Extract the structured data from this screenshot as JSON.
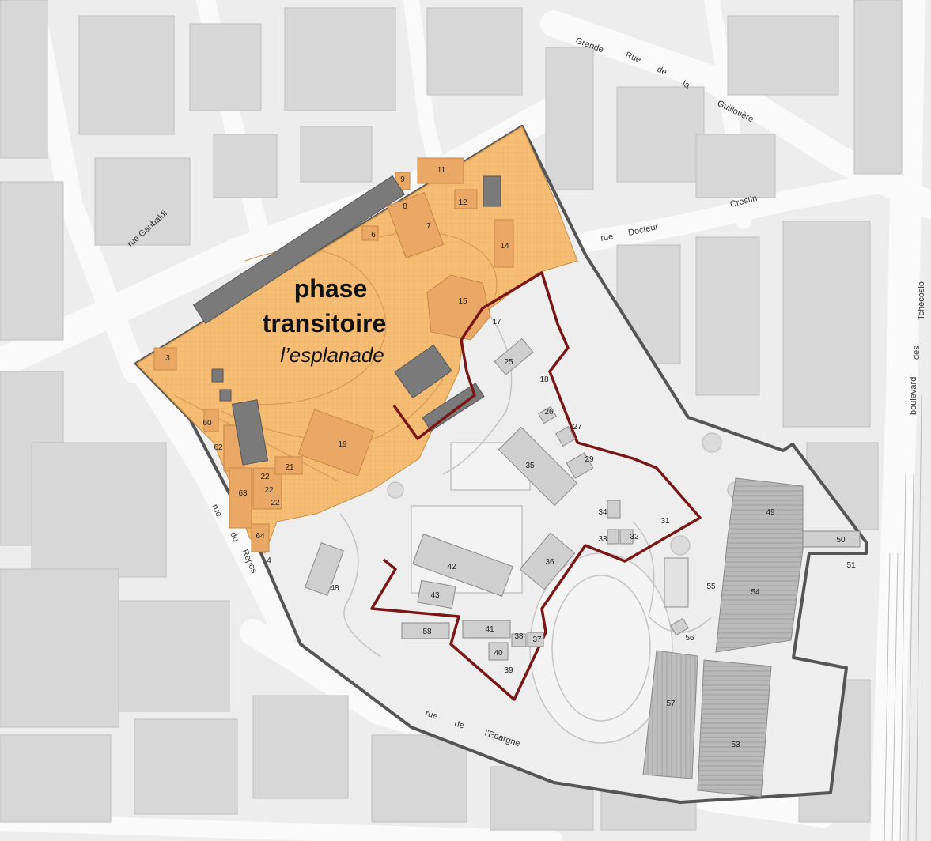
{
  "phase": {
    "title_line1": "phase",
    "title_line2": "transitoire",
    "subtitle": "l’esplanade"
  },
  "streets": {
    "garibaldi": "rue Garibaldi",
    "grande_rue": [
      "Grande",
      "Rue",
      "de",
      "la",
      "Guillotière"
    ],
    "docteur_crestin": [
      "rue",
      "Docteur",
      "Crestin"
    ],
    "repos": [
      "rue",
      "du",
      "Repos"
    ],
    "epargne": [
      "rue",
      "de",
      "l’Epargne"
    ],
    "tchecoslovaques": [
      "boulevard",
      "des",
      "Tchécoslo"
    ]
  },
  "building_labels": {
    "b3": "3",
    "b4": "4",
    "b6": "6",
    "b7": "7",
    "b8": "8",
    "b9": "9",
    "b11": "11",
    "b12": "12",
    "b14": "14",
    "b15": "15",
    "b17": "17",
    "b18": "18",
    "b19": "19",
    "b21": "21",
    "b22a": "22",
    "b22b": "22",
    "b22c": "22",
    "b25": "25",
    "b26": "26",
    "b27": "27",
    "b29": "29",
    "b31": "31",
    "b32": "32",
    "b33": "33",
    "b34": "34",
    "b35": "35",
    "b36": "36",
    "b37": "37",
    "b38": "38",
    "b39": "39",
    "b40": "40",
    "b41": "41",
    "b42": "42",
    "b43": "43",
    "b48": "48",
    "b49": "49",
    "b50": "50",
    "b51": "51",
    "b53": "53",
    "b54": "54",
    "b55": "55",
    "b56": "56",
    "b57": "57",
    "b58": "58",
    "b60": "60",
    "b62": "62",
    "b63": "63",
    "b64": "64"
  },
  "colors": {
    "background": "#ededed",
    "street": "#f9f9f9",
    "block": "#d8d8d8",
    "zone_fill": "#f7bb6e",
    "zone_building": "#e9a865",
    "dark_building": "#7a7a7a",
    "perimeter": "#555555",
    "fort_outline": "#7b1616"
  }
}
